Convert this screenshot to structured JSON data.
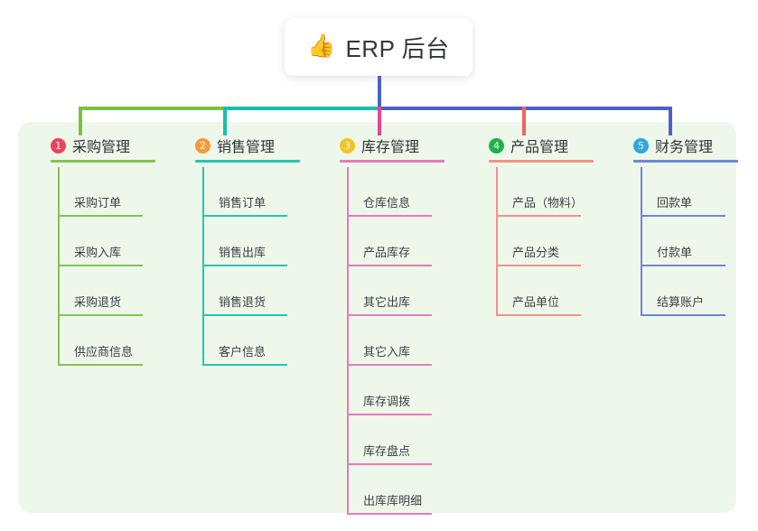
{
  "root": {
    "icon": "thumbs-up-icon",
    "icon_glyph": "👍",
    "title": "ERP 后台"
  },
  "panel": {
    "background": "#eef8ea"
  },
  "colors": {
    "green": "#7ac143",
    "teal": "#14bfae",
    "pink": "#e8458f",
    "red": "#f4645f",
    "blue": "#4d62c8",
    "badge1": "#f2415a",
    "badge2": "#f59a38",
    "badge3": "#f6c324",
    "badge4": "#22b24c",
    "badge5": "#2ea7e0",
    "rule_green": "#84c250",
    "rule_teal": "#25c4b4",
    "rule_pink": "#e87bb8",
    "rule_red": "#f49189",
    "rule_blue": "#6f86d4"
  },
  "columns": [
    {
      "index": "1",
      "badge_color": "#f2415a",
      "line_color": "#84c250",
      "title": "采购管理",
      "items": [
        {
          "label": "采购订单"
        },
        {
          "label": "采购入库"
        },
        {
          "label": "采购退货"
        },
        {
          "label": "供应商信息"
        }
      ]
    },
    {
      "index": "2",
      "badge_color": "#f59a38",
      "line_color": "#25c4b4",
      "title": "销售管理",
      "items": [
        {
          "label": "销售订单"
        },
        {
          "label": "销售出库"
        },
        {
          "label": "销售退货"
        },
        {
          "label": "客户信息"
        }
      ]
    },
    {
      "index": "3",
      "badge_color": "#f6c324",
      "line_color": "#e87bb8",
      "title": "库存管理",
      "items": [
        {
          "label": "仓库信息"
        },
        {
          "label": "产品库存"
        },
        {
          "label": "其它出库"
        },
        {
          "label": "其它入库"
        },
        {
          "label": "库存调拨"
        },
        {
          "label": "库存盘点"
        },
        {
          "label": "出库库明细"
        }
      ]
    },
    {
      "index": "4",
      "badge_color": "#22b24c",
      "line_color": "#f49189",
      "title": "产品管理",
      "items": [
        {
          "label": "产品（物料）"
        },
        {
          "label": "产品分类"
        },
        {
          "label": "产品单位"
        }
      ]
    },
    {
      "index": "5",
      "badge_color": "#2ea7e0",
      "line_color": "#6f86d4",
      "title": "财务管理",
      "items": [
        {
          "label": "回款单"
        },
        {
          "label": "付款单"
        },
        {
          "label": "结算账户"
        }
      ]
    }
  ]
}
